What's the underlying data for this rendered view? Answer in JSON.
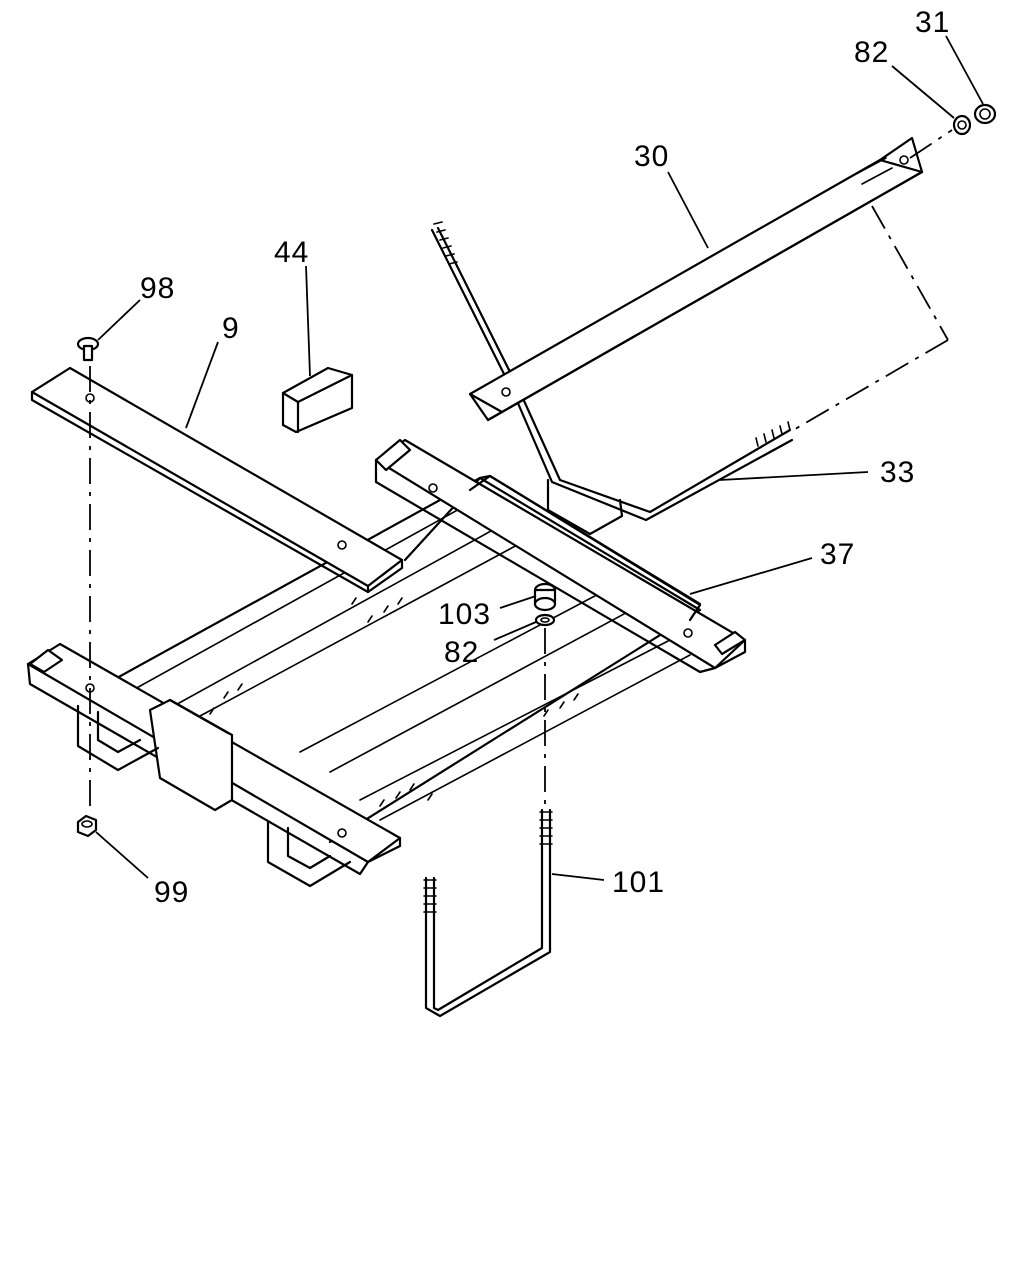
{
  "callouts": [
    {
      "id": "c31",
      "label": "31"
    },
    {
      "id": "c82a",
      "label": "82"
    },
    {
      "id": "c30",
      "label": "30"
    },
    {
      "id": "c44",
      "label": "44"
    },
    {
      "id": "c98",
      "label": "98"
    },
    {
      "id": "c9",
      "label": "9"
    },
    {
      "id": "c33",
      "label": "33"
    },
    {
      "id": "c37",
      "label": "37"
    },
    {
      "id": "c103",
      "label": "103"
    },
    {
      "id": "c82b",
      "label": "82"
    },
    {
      "id": "c101",
      "label": "101"
    },
    {
      "id": "c99",
      "label": "99"
    }
  ]
}
